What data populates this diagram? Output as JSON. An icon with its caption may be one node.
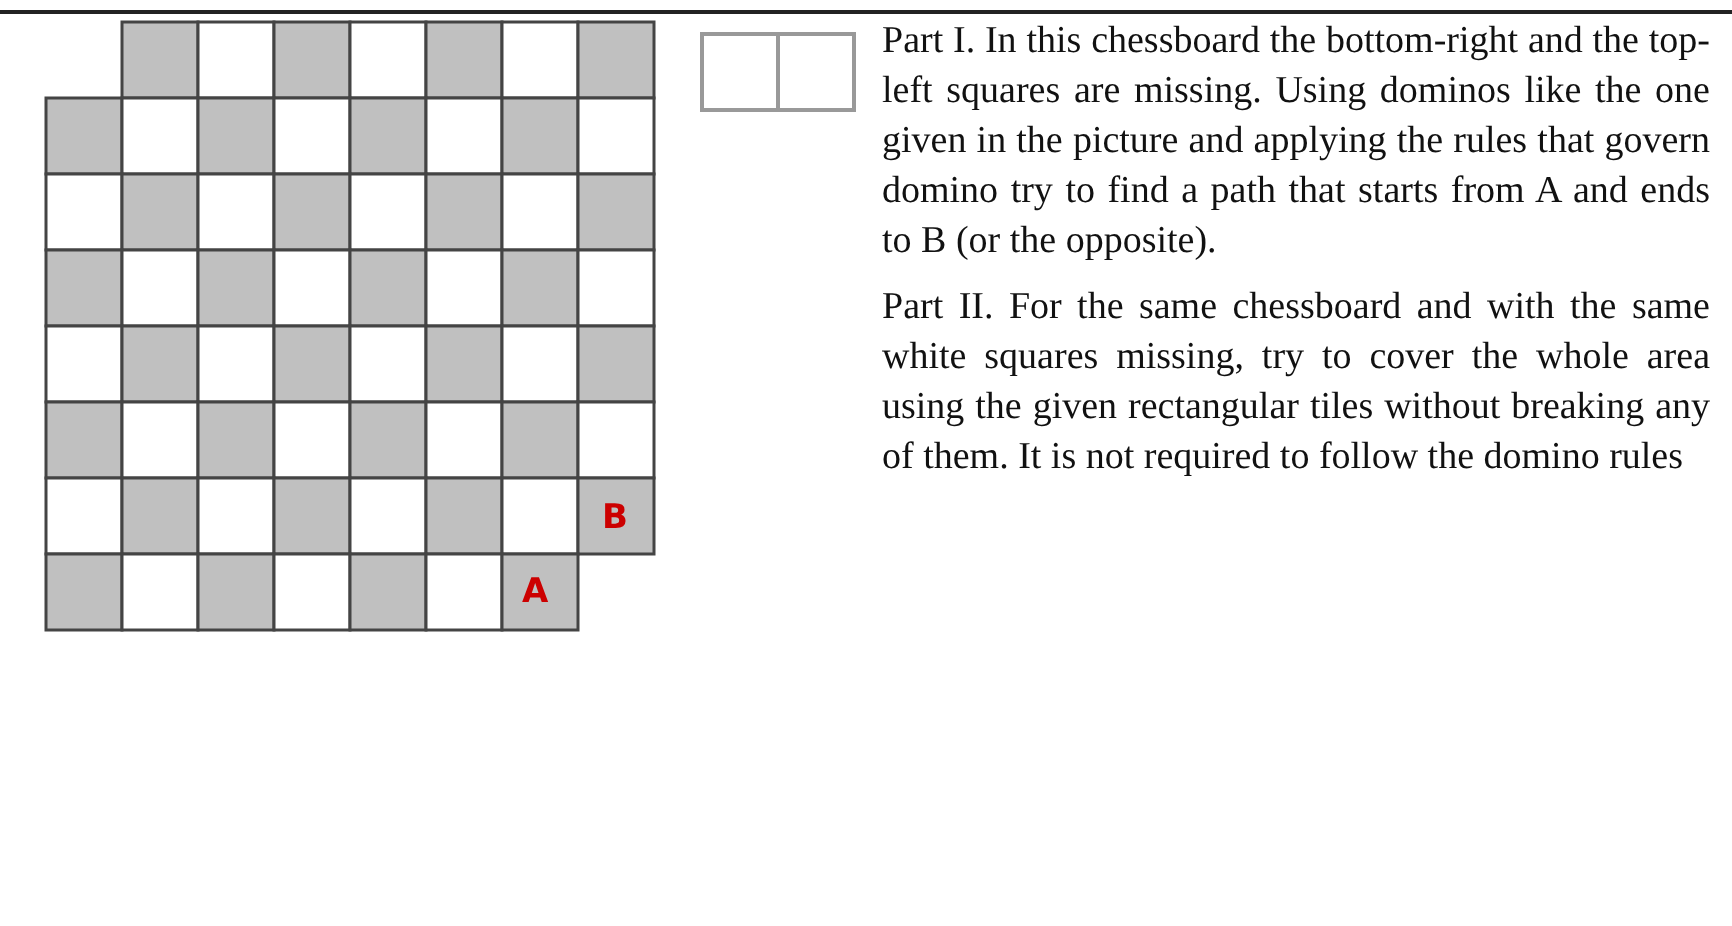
{
  "diagram": {
    "labels": [
      "B",
      "A",
      "Part I. In this chessboard the bottom-right and the top-left squares are missing. Using dominos like the one given in the picture and applying the rules that govern domino try to find a path that starts from A and ends to B (or the opposite).",
      "Part II. For the same chessboard and with the same white squares missing, try to cover the whole area using the given rectangular tiles without breaking any of them. It is not required to follow the domino rules"
    ]
  }
}
